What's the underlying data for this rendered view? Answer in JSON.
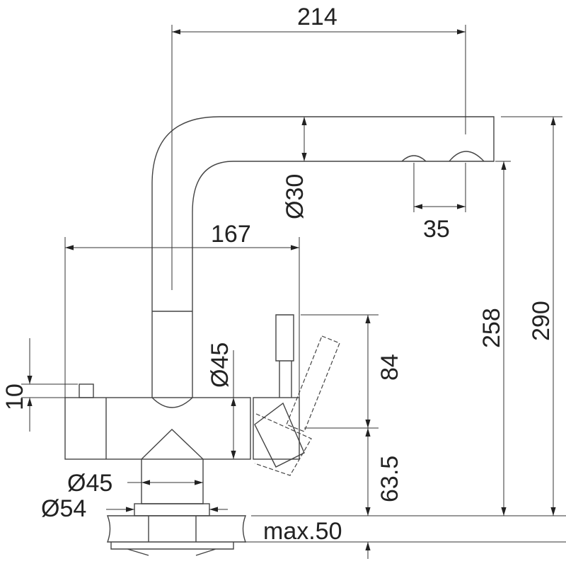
{
  "dimensions": {
    "spout_reach": "214",
    "spout_diameter": "Ø30",
    "spray_offset": "35",
    "body_width": "167",
    "body_diameter": "Ø45",
    "lever_height": "84",
    "body_height": "63.5",
    "spout_clearance": "258",
    "total_height": "290",
    "button_height": "10",
    "base_diameter": "Ø45",
    "flange_diameter": "Ø54",
    "countertop_thickness": "max.50"
  },
  "colors": {
    "line": "#444444",
    "background": "#ffffff"
  }
}
